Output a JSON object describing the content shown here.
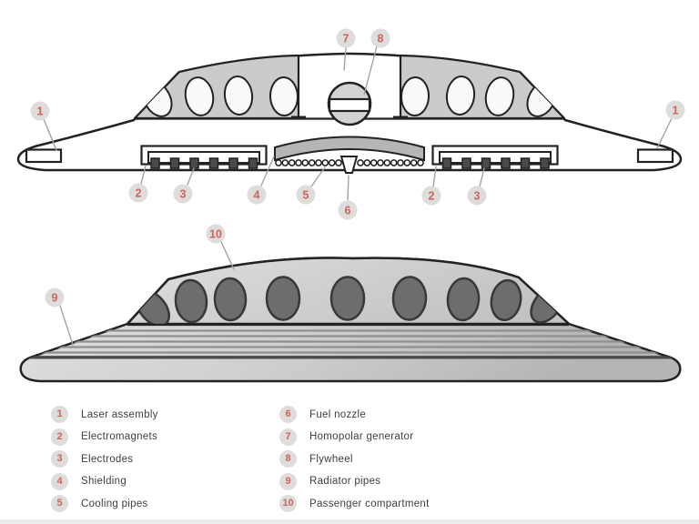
{
  "figure": {
    "type": "technical-cutaway-diagram",
    "subject_views": [
      "cross-section",
      "exterior-side-view"
    ]
  },
  "colors": {
    "outline": "#222222",
    "dome_gray": "#cbcbcb",
    "shield_gray": "#b6b6b6",
    "generator_gray": "#d2d2d2",
    "window_dark": "#6d6d6d",
    "callout_circle": "#dfdddc",
    "callout_number": "#cd635c",
    "legend_text": "#3e3e3e",
    "leader_line": "#a3a3a3"
  },
  "callouts": {
    "laser_left": {
      "num": "1"
    },
    "generator": {
      "num": "7"
    },
    "flywheel": {
      "num": "8"
    },
    "laser_right": {
      "num": "1"
    },
    "electromagnets_left": {
      "num": "2"
    },
    "electrodes_left": {
      "num": "3"
    },
    "shielding": {
      "num": "4"
    },
    "cooling_pipes": {
      "num": "5"
    },
    "fuel_nozzle": {
      "num": "6"
    },
    "electromagnets_right": {
      "num": "2"
    },
    "electrodes_right": {
      "num": "3"
    },
    "passenger_compartment": {
      "num": "10"
    },
    "radiator_pipes": {
      "num": "9"
    }
  },
  "legend": {
    "left": [
      {
        "num": "1",
        "label": "Laser assembly"
      },
      {
        "num": "2",
        "label": "Electromagnets"
      },
      {
        "num": "3",
        "label": "Electrodes"
      },
      {
        "num": "4",
        "label": "Shielding"
      },
      {
        "num": "5",
        "label": "Cooling pipes"
      }
    ],
    "right": [
      {
        "num": "6",
        "label": "Fuel nozzle"
      },
      {
        "num": "7",
        "label": "Homopolar generator"
      },
      {
        "num": "8",
        "label": "Flywheel"
      },
      {
        "num": "9",
        "label": "Radiator pipes"
      },
      {
        "num": "10",
        "label": "Passenger compartment"
      }
    ]
  }
}
